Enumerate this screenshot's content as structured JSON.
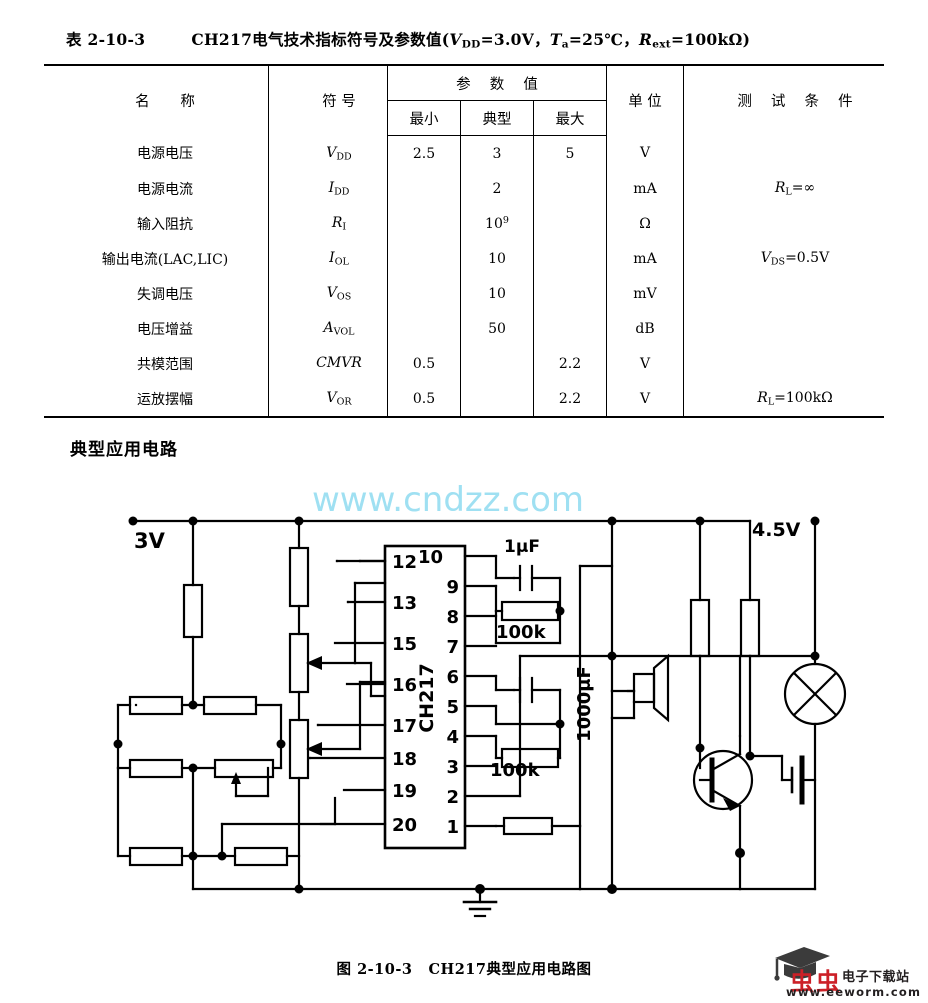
{
  "table": {
    "title_number": "表 2-10-3",
    "title_text": "CH217电气技术指标符号及参数值",
    "title_cond_open": "(",
    "title_cond_1_sym": "V",
    "title_cond_1_sub": "DD",
    "title_cond_1_val": "=3.0V",
    "title_cond_sep1": "，",
    "title_cond_2_sym": "T",
    "title_cond_2_sub": "a",
    "title_cond_2_val": "=25℃",
    "title_cond_sep2": "，",
    "title_cond_3_sym": "R",
    "title_cond_3_sub": "ext",
    "title_cond_3_val": "=100kΩ",
    "title_cond_close": ")",
    "headers": {
      "name": "名 称",
      "symbol": "符 号",
      "param_group": "参 数 值",
      "min": "最小",
      "typ": "典型",
      "max": "最大",
      "unit": "单 位",
      "condition": "测 试 条 件"
    },
    "rows": [
      {
        "name": "电源电压",
        "symbol_main": "V",
        "symbol_sub": "DD",
        "min": "2.5",
        "typ": "3",
        "max": "5",
        "unit": "V",
        "cond_sym": "",
        "cond_sub": "",
        "cond_val": ""
      },
      {
        "name": "电源电流",
        "symbol_main": "I",
        "symbol_sub": "DD",
        "min": "",
        "typ": "2",
        "max": "",
        "unit": "mA",
        "cond_sym": "R",
        "cond_sub": "L",
        "cond_val": "=∞"
      },
      {
        "name": "输入阻抗",
        "symbol_main": "R",
        "symbol_sub": "I",
        "min": "",
        "typ": "10",
        "typ_sup": "9",
        "max": "",
        "unit": "Ω",
        "cond_sym": "",
        "cond_sub": "",
        "cond_val": ""
      },
      {
        "name": "输出电流(LAC,LIC)",
        "symbol_main": "I",
        "symbol_sub": "OL",
        "min": "",
        "typ": "10",
        "max": "",
        "unit": "mA",
        "cond_sym": "V",
        "cond_sub": "DS",
        "cond_val": "=0.5V"
      },
      {
        "name": "失调电压",
        "symbol_main": "V",
        "symbol_sub": "OS",
        "min": "",
        "typ": "10",
        "max": "",
        "unit": "mV",
        "cond_sym": "",
        "cond_sub": "",
        "cond_val": ""
      },
      {
        "name": "电压增益",
        "symbol_main": "A",
        "symbol_sub": "VOL",
        "min": "",
        "typ": "50",
        "max": "",
        "unit": "dB",
        "cond_sym": "",
        "cond_sub": "",
        "cond_val": ""
      },
      {
        "name": "共模范围",
        "symbol_main": "CMVR",
        "symbol_sub": "",
        "min": "0.5",
        "typ": "",
        "max": "2.2",
        "unit": "V",
        "cond_sym": "",
        "cond_sub": "",
        "cond_val": ""
      },
      {
        "name": "运放摆幅",
        "symbol_main": "V",
        "symbol_sub": "OR",
        "min": "0.5",
        "typ": "",
        "max": "2.2",
        "unit": "V",
        "cond_sym": "R",
        "cond_sub": "L",
        "cond_val": "=100kΩ"
      }
    ]
  },
  "section_heading": "典型应用电路",
  "watermark": "www.cndzz.com",
  "circuit": {
    "supply_left": "3V",
    "supply_right": "4.5V",
    "ic_label": "CH217",
    "ic_pins_left": [
      "12",
      "13",
      "15",
      "16",
      "17",
      "18",
      "19",
      "20"
    ],
    "ic_pins_right": [
      "10",
      "9",
      "8",
      "7",
      "6",
      "5",
      "4",
      "3",
      "2",
      "1"
    ],
    "cap_top": "1μF",
    "res_upper": "100k",
    "res_lower": "100k",
    "cap_big": "1000μF"
  },
  "figure_caption": {
    "number": "图 2-10-3",
    "text": "CH217典型应用电路图"
  },
  "footer": {
    "brand_cn": "电子下载站",
    "url": "www.eeworm.com",
    "logo_color": "#cc2027",
    "cap_color": "#3b3b3b"
  }
}
